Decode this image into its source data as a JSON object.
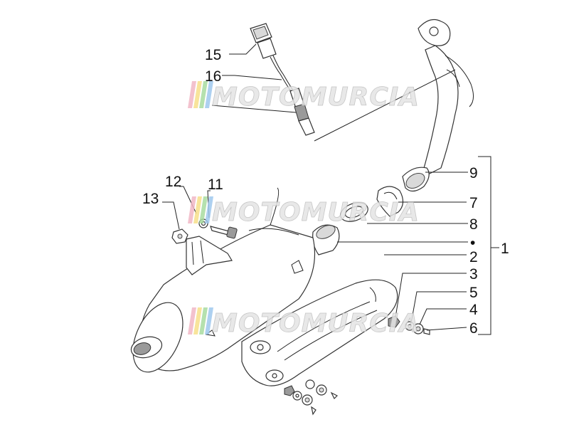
{
  "diagram": {
    "callouts": [
      "15",
      "16",
      "12",
      "11",
      "13",
      "9",
      "7",
      "8",
      "1",
      "2",
      "3",
      "5",
      "4",
      "6"
    ],
    "bullet": "•"
  },
  "watermark": {
    "text": "MOTOMURCIA",
    "stripe_colors": [
      "#f2b8c6",
      "#f7e08a",
      "#a9dca0",
      "#9fc8ee"
    ]
  }
}
